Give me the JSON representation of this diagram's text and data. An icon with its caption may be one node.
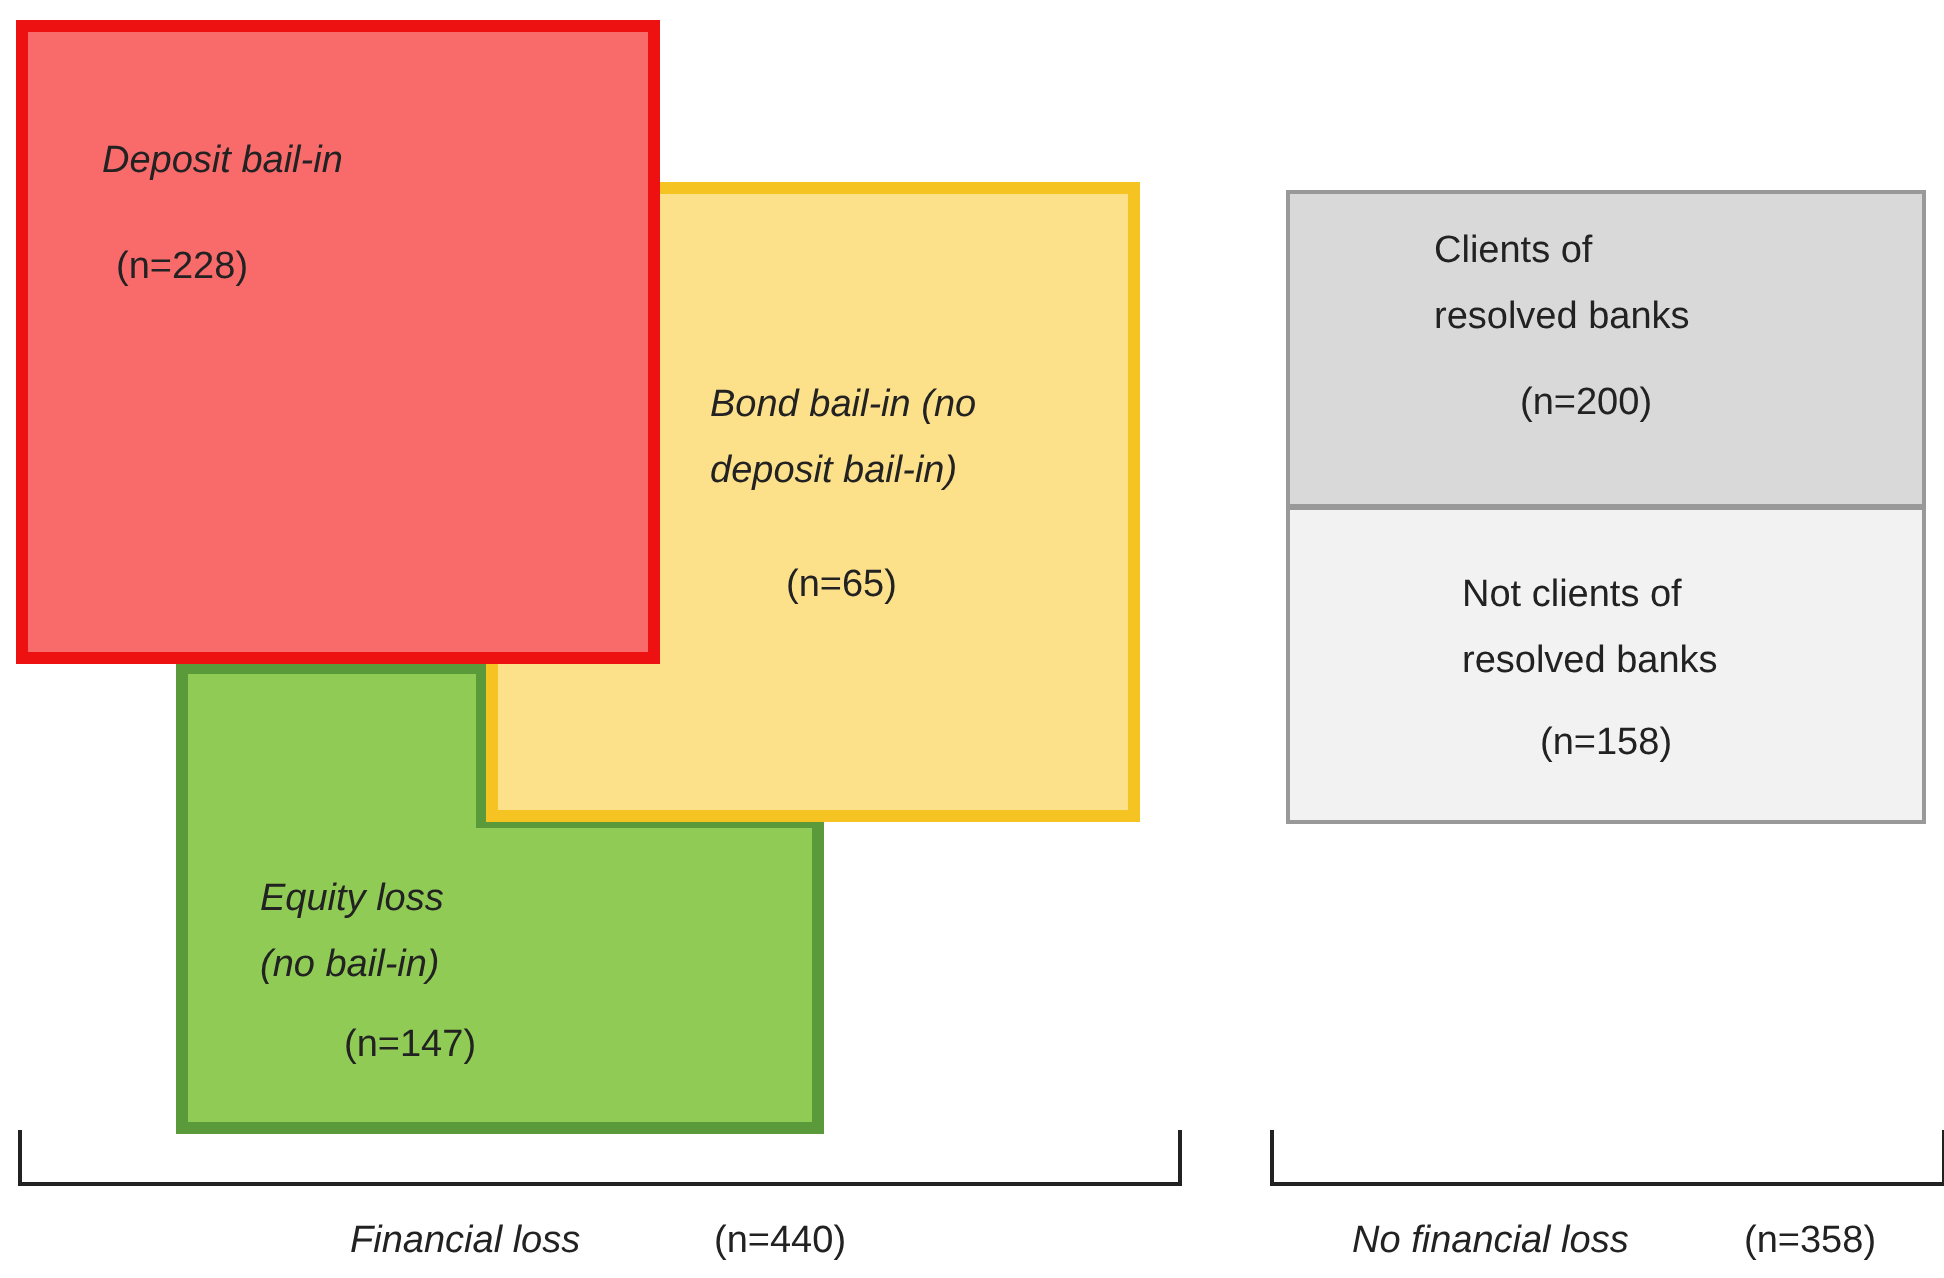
{
  "diagram": {
    "nodes": [
      {
        "text": [
          "Deposit bail-in",
          "(n=228)"
        ]
      },
      {
        "text": [
          "Bond bail-in (no deposit bail-in)",
          "(n=65)"
        ]
      },
      {
        "text": [
          "Equity loss (no bail-in)",
          "(n=147)"
        ]
      },
      {
        "text": [
          "Clients of resolved banks",
          "(n=200)"
        ]
      },
      {
        "text": [
          "Not clients of resolved banks",
          "(n=158)"
        ]
      }
    ],
    "edges": [],
    "labels": [
      "Financial loss",
      "(n=440)",
      "No financial loss",
      "(n=358)"
    ]
  }
}
